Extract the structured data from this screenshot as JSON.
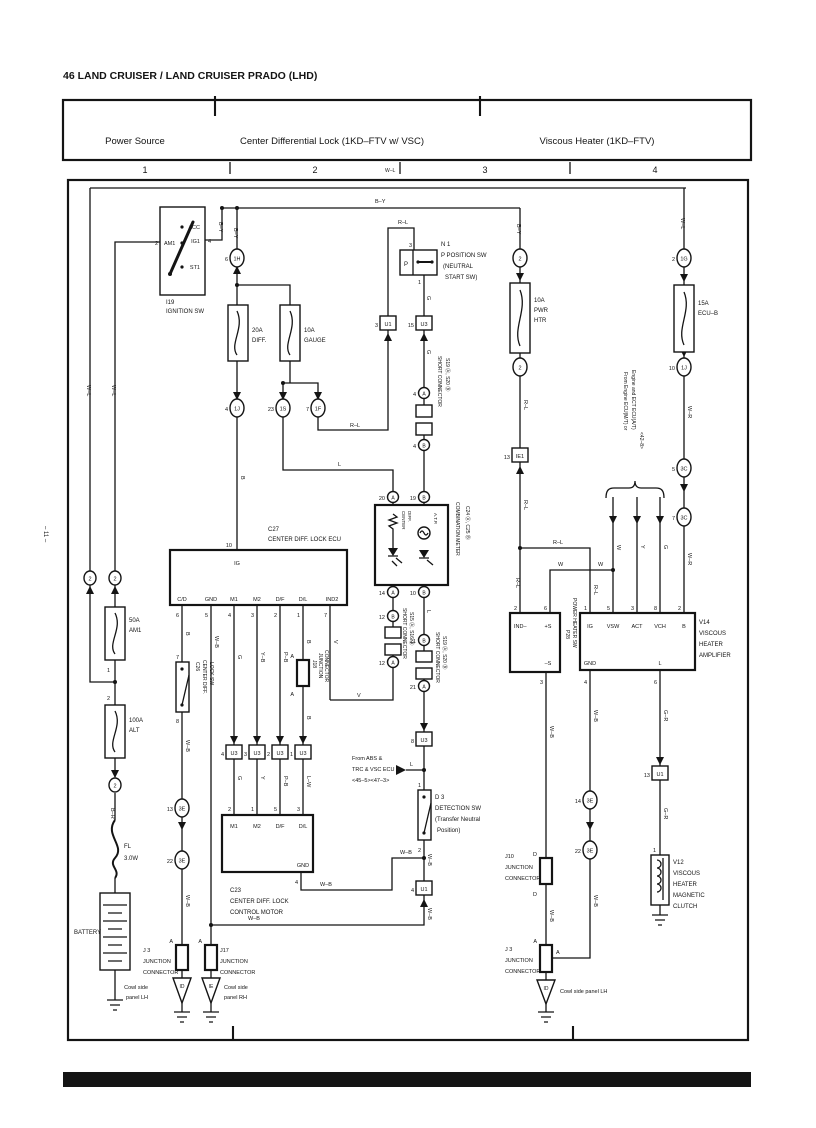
{
  "page": {
    "header": "46  LAND CRUISER / LAND CRUISER PRADO (LHD)",
    "page_number": "– 11 –"
  },
  "sections": [
    "Power Source",
    "Center Differential Lock (1KD–FTV w/ VSC)",
    "Viscous Heater (1KD–FTV)"
  ],
  "columns": [
    "1",
    "2",
    "3",
    "4"
  ],
  "w": {
    "wl": "W–L",
    "by": "B–Y",
    "rl": "R–L",
    "b": "B",
    "g": "G",
    "l": "L",
    "w": "W",
    "y": "Y",
    "yb": "Y–B",
    "pb": "P–B",
    "lw": "L–W",
    "v": "V",
    "wb": "W–B",
    "wr": "W–R",
    "gr": "G–R",
    "br": "B–R"
  },
  "n": {
    "1": "1",
    "2": "2",
    "3": "3",
    "4": "4",
    "5": "5",
    "6": "6",
    "7": "7",
    "8": "8",
    "10": "10",
    "12": "12",
    "13": "13",
    "14": "14",
    "15": "15",
    "19": "19",
    "20": "20",
    "21": "21",
    "22": "22",
    "23": "23"
  },
  "cc": {
    "h1": "1H",
    "j1": "1J",
    "s1": "1S",
    "f1": "1F",
    "g1": "1G",
    "c3": "3C",
    "e3": "3E",
    "u1": "U1",
    "u3": "U3",
    "ie1": "IE1"
  },
  "ltr": {
    "a": "A",
    "b": "B",
    "d": "D"
  },
  "comp": {
    "ign": {
      "code": "I19",
      "name": "IGNITION SW",
      "acc": "ACC",
      "am1": "AM1",
      "ig1": "IG1",
      "st1": "ST1"
    },
    "f_am1": {
      "a": "50A",
      "b": "AM1"
    },
    "f_alt": {
      "a": "100A",
      "b": "ALT"
    },
    "f_diff": {
      "a": "20A",
      "b": "DIFF."
    },
    "f_gauge": {
      "a": "10A",
      "b": "GAUGE"
    },
    "f_pwr": {
      "a": "10A",
      "b": "PWR",
      "c": "HTR"
    },
    "f_ecub": {
      "a": "15A",
      "b": "ECU–B"
    },
    "fl": {
      "a": "FL",
      "b": "3.0W"
    },
    "battery": "BATTERY",
    "psw": {
      "code": "N 1",
      "n1": "P POSITION SW",
      "n2": "(NEUTRAL",
      "n3": "START SW)",
      "p": "P"
    },
    "ecu": {
      "code": "C27",
      "name": "CENTER DIFF. LOCK ECU",
      "ig": "IG",
      "cd": "C/D",
      "gnd": "GND",
      "m1": "M1",
      "m2": "M2",
      "df": "D/F",
      "dl": "D/L",
      "ind2": "IND2"
    },
    "c26": {
      "code": "C26",
      "n1": "CENTER DIFF.",
      "n2": "LOCK SW"
    },
    "meter": {
      "n1": "COMBINATION METER",
      "n2": "C24 Ⓐ, C25 Ⓑ",
      "c1": "CENTER",
      "c2": "DIFF.",
      "atp": "A.T.P."
    },
    "sc": {
      "name": "SHORT CONNECTOR",
      "s1920": "S19 Ⓐ, S20 Ⓑ",
      "s1516": "S15 Ⓐ, S16 Ⓑ"
    },
    "j18": {
      "code": "J18"
    },
    "j10": {
      "code": "J10"
    },
    "j3": {
      "code": "J 3"
    },
    "j17": {
      "code": "J17"
    },
    "junction": "JUNCTION",
    "connector": "CONNECTOR",
    "motor": {
      "code": "C23",
      "n1": "CENTER DIFF. LOCK",
      "n2": "CONTROL MOTOR",
      "gnd": "GND",
      "m1": "M1",
      "m2": "M2",
      "df": "D/F",
      "dl": "D/L"
    },
    "d3": {
      "code": "D 3",
      "n1": "DETECTION SW",
      "n2": "(Transfer Neutral",
      "n3": "Position)"
    },
    "abs": {
      "n1": "From ABS &",
      "n2": "TRC & VSC ECU",
      "n3": "<45–5><47–3>"
    },
    "eng": {
      "n1": "From Engine ECU(M/T) or",
      "n2": "Engine and ECT ECU(A/T)",
      "n3": "<42–8>"
    },
    "p28": {
      "code": "P28",
      "name": "POWER HEATER SW",
      "ind": "IND–",
      "ps": "+S",
      "ms": "–S"
    },
    "v14": {
      "code": "V14",
      "n1": "VISCOUS",
      "n2": "HEATER",
      "n3": "AMPLIFIER",
      "ig": "IG",
      "vsw": "VSW",
      "act": "ACT",
      "vch": "VCH",
      "b": "B",
      "gnd": "GND",
      "l": "L"
    },
    "v12": {
      "code": "V12",
      "n1": "VISCOUS",
      "n2": "HEATER",
      "n3": "MAGNETIC",
      "n4": "CLUTCH"
    },
    "cowl": {
      "cs": "Cowl side",
      "lh": "panel LH",
      "rh": "panel RH",
      "full": "Cowl side panel LH"
    },
    "gnd": {
      "id": "ID",
      "ie": "IE"
    }
  }
}
